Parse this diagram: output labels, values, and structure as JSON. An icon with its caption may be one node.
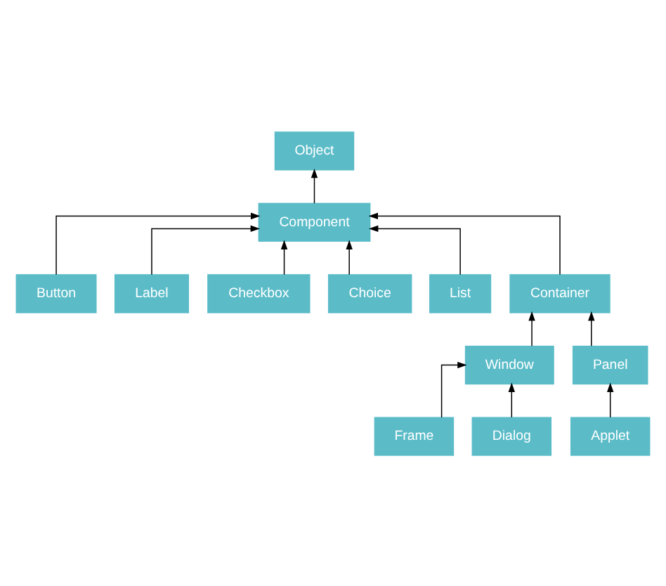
{
  "diagram": {
    "nodes": [
      {
        "text": [
          "Object"
        ]
      },
      {
        "text": [
          "Component"
        ]
      },
      {
        "text": [
          "Button"
        ]
      },
      {
        "text": [
          "Label"
        ]
      },
      {
        "text": [
          "Checkbox"
        ]
      },
      {
        "text": [
          "Choice"
        ]
      },
      {
        "text": [
          "List"
        ]
      },
      {
        "text": [
          "Container"
        ]
      },
      {
        "text": [
          "Window"
        ]
      },
      {
        "text": [
          "Panel"
        ]
      },
      {
        "text": [
          "Frame"
        ]
      },
      {
        "text": [
          "Dialog"
        ]
      },
      {
        "text": [
          "Applet"
        ]
      }
    ],
    "edges": [
      {
        "from": 1,
        "to": 0,
        "arrow": "to"
      },
      {
        "from": 2,
        "to": 1,
        "arrow": "to"
      },
      {
        "from": 3,
        "to": 1,
        "arrow": "to"
      },
      {
        "from": 4,
        "to": 1,
        "arrow": "to"
      },
      {
        "from": 5,
        "to": 1,
        "arrow": "to"
      },
      {
        "from": 6,
        "to": 1,
        "arrow": "to"
      },
      {
        "from": 7,
        "to": 1,
        "arrow": "to"
      },
      {
        "from": 8,
        "to": 7,
        "arrow": "to"
      },
      {
        "from": 9,
        "to": 7,
        "arrow": "to"
      },
      {
        "from": 10,
        "to": 8,
        "arrow": "to"
      },
      {
        "from": 11,
        "to": 8,
        "arrow": "to"
      },
      {
        "from": 12,
        "to": 9,
        "arrow": "to"
      }
    ]
  }
}
